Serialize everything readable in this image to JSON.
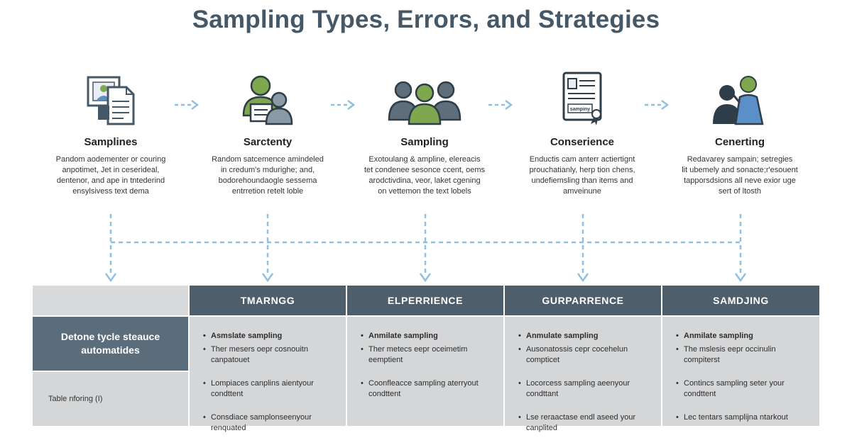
{
  "title": "Sampling Types, Errors, and Strategies",
  "stages": [
    {
      "icon": "document-portrait-icon",
      "name": "Samplines",
      "desc": [
        "Pandom aodementer or couring",
        "anpotimet, Jet in ceserideal,",
        "dentenor, and ape in tntederind",
        "ensylsivess text dema"
      ]
    },
    {
      "icon": "person-group-icon",
      "name": "Sarctenty",
      "desc": [
        "Random satcemence amindeled",
        "in credum's mdurighe; and,",
        "bodorehoundaogle sessema",
        "entrretion retelt loble"
      ]
    },
    {
      "icon": "three-people-icon",
      "name": "Sampling",
      "desc": [
        "Exotoulang & ampline, elereacis",
        "tet condenee sesonce ccent, oems",
        "arodctivdina, veor, laket cgening",
        "on vettemon the text lobels"
      ]
    },
    {
      "icon": "certificate-icon",
      "icon_label": "sampiny",
      "name": "Conserience",
      "desc": [
        "Enductis cam anterr actiertignt",
        "prouchatianly, herp tion chens,",
        "undefiemsling than items and",
        "amveinune"
      ]
    },
    {
      "icon": "presenter-icon",
      "name": "Cenerting",
      "desc": [
        "Redavarey sampain; setregies",
        "lit ubemely and sonacte;r'esouent",
        "tapporsdsions all neve exior uge",
        "sert of ltosth"
      ]
    }
  ],
  "table": {
    "headers": [
      "TMARNGG",
      "ELPERRIENCE",
      "GURPARRENCE",
      "SAMDJING"
    ],
    "side_title": "Detone tycle steauce automatides",
    "side_footer": "Table nforing (I)",
    "columns": [
      {
        "items": [
          "Asmslate sampling",
          "Ther mesers oepr cosnouitn canpatouet",
          "Lompiaces canplins aientyour condttent",
          "Consdiace samplonseenyour renquated"
        ]
      },
      {
        "items": [
          "Anmilate sampling",
          "Ther metecs eepr oceimetim eemptient",
          "Coonfleacce sampling aterryout condttent"
        ]
      },
      {
        "items": [
          "Anmulate sampling",
          "Ausonatossis cepr cocehelun compticet",
          "Locorcess sampling aeenyour condttant",
          "Lse reraactase endl aseed your canplited"
        ]
      },
      {
        "items": [
          "Anmilate sampling",
          "The mslesis eepr occinulin compiterst",
          "Contincs sampling seter your condttent",
          "Lec tentars samplijna ntarkout"
        ]
      }
    ]
  },
  "colors": {
    "title": "#455868",
    "header_dark": "#4f5e6b",
    "side_dark": "#5b6c7a",
    "cell_grey": "#d5d6d8",
    "connector": "#8fc1de",
    "green": "#7fa84e",
    "slate": "#5e6e7b",
    "blue": "#5b8fc7"
  }
}
